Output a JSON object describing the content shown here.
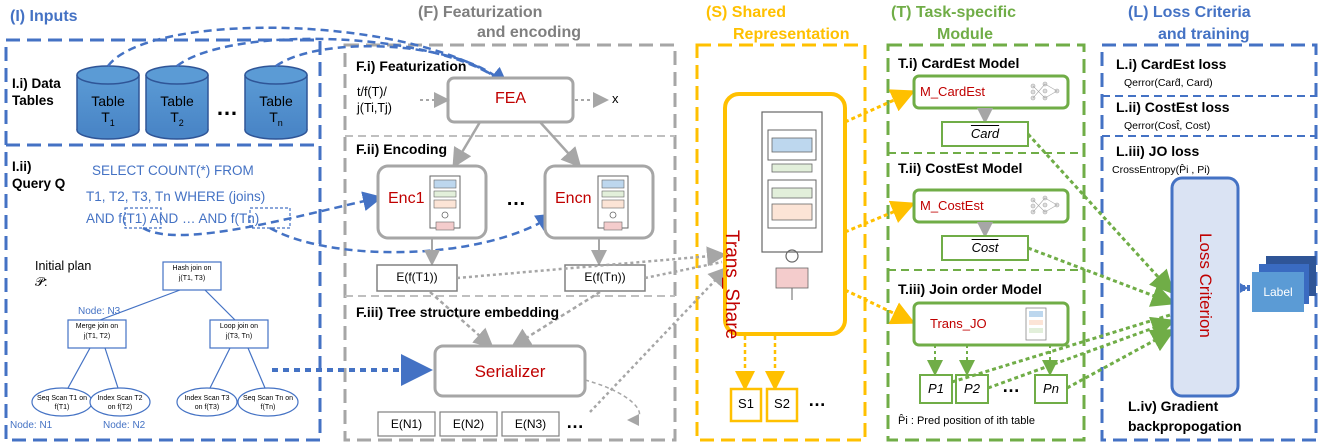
{
  "inputs": {
    "title": "(I) Inputs",
    "data_tables_label": "I.i) Data Tables",
    "tables": [
      {
        "name": "Table",
        "sub": "T",
        "idx": "1"
      },
      {
        "name": "Table",
        "sub": "T",
        "idx": "2"
      },
      {
        "name": "Table",
        "sub": "T",
        "idx": "n"
      }
    ],
    "ellipsis": "…",
    "query_label": "I.ii) Query Q",
    "query_line1": "SELECT COUNT(*) FROM",
    "query_line2": "T1, T2, T3, Tn  WHERE (joins)",
    "query_line3": "AND f(T1) AND … AND f(Tn)",
    "plan_label": "Initial plan 𝒫:",
    "plan_nodes": {
      "root": "Hash join on j(T1, T3)",
      "left": "Merge join on j(T1, T2)",
      "right": "Loop join on j(T3, Tn)",
      "leaf1": "Seq Scan T1 on f(T1)",
      "leaf2": "Index Scan T2 on f(T2)",
      "leaf3": "Index Scan T3 on f(T3)",
      "leaf4": "Seq Scan Tn on f(Tn)"
    },
    "node_labels": {
      "n3": "Node: N3",
      "n1": "Node: N1",
      "n2": "Node: N2"
    }
  },
  "featurization": {
    "title_line1": "(F) Featurization",
    "title_line2": "and encoding",
    "fi_label": "F.i) Featurization",
    "fi_input": "t/f(T)/ j(Ti,Tj)",
    "fea": "FEA",
    "fea_out": "x",
    "fii_label": "F.ii) Encoding",
    "enc1": "Enc1",
    "encn": "Encn",
    "enc_ellipsis": "…",
    "emb1": "E(f(T1))",
    "embn": "E(f(Tn))",
    "fiii_label": "F.iii) Tree structure embedding",
    "serializer": "Serializer",
    "node_embs": [
      "E(N1)",
      "E(N2)",
      "E(N3)"
    ],
    "node_emb_ellipsis": "…"
  },
  "shared": {
    "title_line1": "(S) Shared",
    "title_line2": "Representation",
    "model": "Trans_Share",
    "outputs": [
      "S1",
      "S2"
    ],
    "ellipsis": "…"
  },
  "task": {
    "title_line1": "(T) Task-specific",
    "title_line2": "Module",
    "ti_label": "T.i) CardEst Model",
    "ti_model": "M_CardEst",
    "ti_out": "Card",
    "tii_label": "T.ii) CostEst Model",
    "tii_model": "M_CostEst",
    "tii_out": "Cost",
    "tiii_label": "T.iii) Join order Model",
    "tiii_model": "Trans_JO",
    "preds": [
      "P1",
      "P2",
      "Pn"
    ],
    "pred_ellipsis": "…",
    "pred_note": "P̂i : Pred position of ith table"
  },
  "loss": {
    "title_line1": "(L) Loss Criteria",
    "title_line2": "and training",
    "li_label": "L.i) CardEst loss",
    "li_formula": "Qerror(Card̂, Card)",
    "lii_label": "L.ii) CostEst loss",
    "lii_formula": "Qerror(Cost̂, Cost)",
    "liii_label": "L.iii) JO loss",
    "liii_formula": "CrossEntropy(P̂i , Pi)",
    "criterion": "Loss Criterion",
    "label": "Label",
    "liv_line1": "L.iv) Gradient",
    "liv_line2": "backpropogation"
  },
  "colors": {
    "blue": "#4472c4",
    "gray": "#a6a6a6",
    "yellow": "#ffc000",
    "green": "#70ad47",
    "red": "#c00000"
  }
}
